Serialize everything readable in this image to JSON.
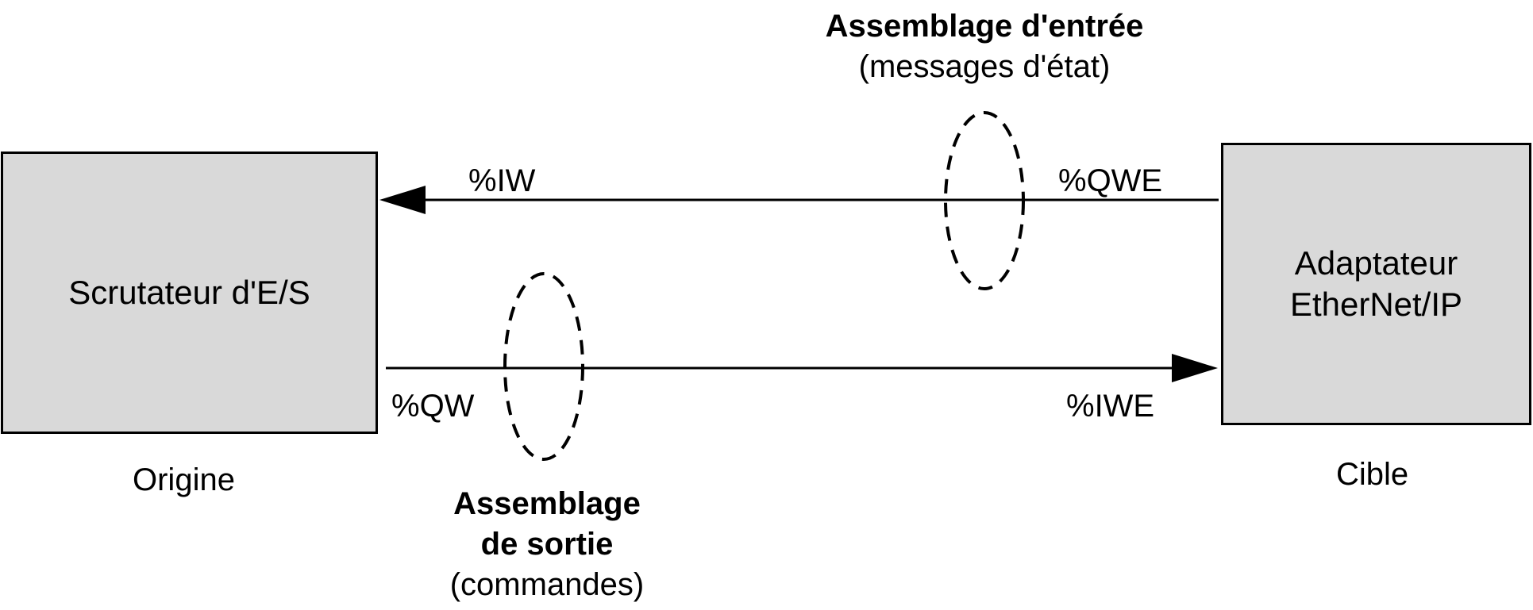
{
  "scanner": {
    "label": "Scrutateur d'E/S",
    "caption": "Origine"
  },
  "adapter": {
    "label": "Adaptateur\nEtherNet/IP",
    "caption": "Cible"
  },
  "input_assembly": {
    "title": "Assemblage d'entrée",
    "subtitle": "(messages d'état)",
    "source_label": "%QWE",
    "dest_label": "%IW"
  },
  "output_assembly": {
    "title": "Assemblage\nde sortie",
    "subtitle": "(commandes)",
    "source_label": "%QW",
    "dest_label": "%IWE"
  },
  "colors": {
    "box_fill": "#d9d9d9",
    "stroke": "#000000"
  }
}
